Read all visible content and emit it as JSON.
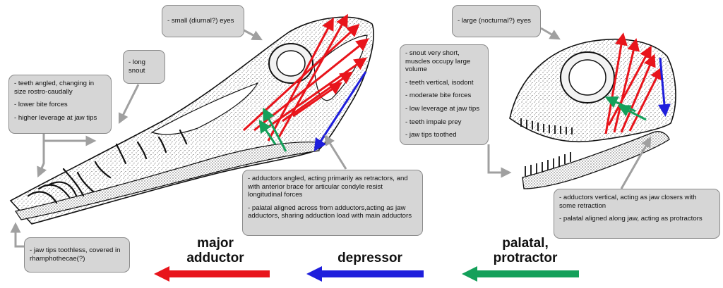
{
  "callouts": {
    "eyes_small": "- small (diurnal?) eyes",
    "long_snout": "- long snout",
    "teeth_left": [
      "- teeth angled, changing in size rostro-caudally",
      "- lower bite forces",
      "- higher leverage at jaw tips"
    ],
    "jaw_tips": "- jaw tips toothless, covered in rhamphothecae(?)",
    "adductors_left": [
      "- adductors angled, acting primarily as retractors, and with anterior brace for articular condyle resist longitudinal forces",
      "- palatal aligned across from adductors,acting as jaw adductors, sharing adduction load with main adductors"
    ],
    "eyes_large": "- large (nocturnal?) eyes",
    "snout_right": [
      "- snout very short, muscles occupy large volume",
      "- teeth vertical, isodont",
      "- moderate bite forces",
      "- low leverage at jaw tips",
      "- teeth impale prey",
      "- jaw tips toothed"
    ],
    "adductors_right": [
      "- adductors vertical, acting as jaw closers with some retraction",
      "- palatal aligned along jaw, acting as protractors"
    ]
  },
  "legend": [
    {
      "label_line1": "major",
      "label_line2": "adductor",
      "color": "#e8141b"
    },
    {
      "label_line1": "depressor",
      "label_line2": "",
      "color": "#1e1edc"
    },
    {
      "label_line1": "palatal,",
      "label_line2": "protractor",
      "color": "#14a05a"
    }
  ],
  "colors": {
    "major_adductor": "#e8141b",
    "depressor": "#1e1edc",
    "palatal": "#14a05a",
    "callout_fill": "#d6d6d6",
    "leader": "#a0a0a0"
  }
}
